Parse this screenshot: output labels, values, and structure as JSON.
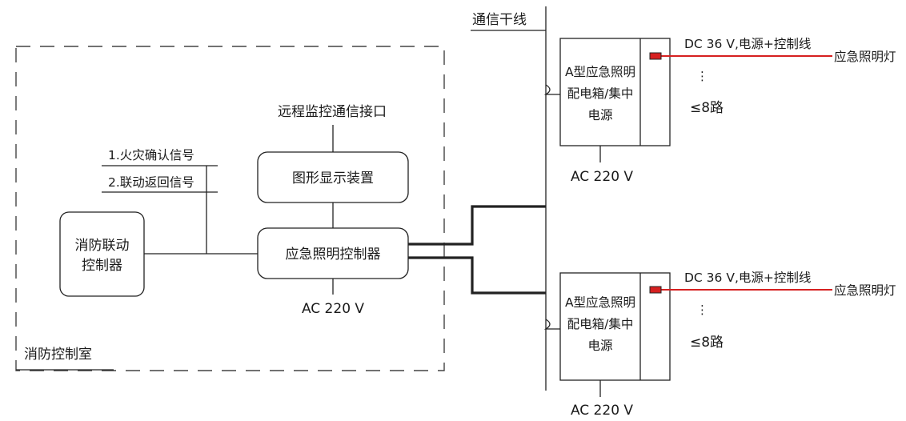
{
  "colors": {
    "line": "#222222",
    "accent_line": "#d62020",
    "fuse_fill": "#d62020"
  },
  "room": {
    "label": "消防控制室"
  },
  "signals": {
    "fire_confirm": "1.火灾确认信号",
    "linkage_return": "2.联动返回信号"
  },
  "fire_linkage_controller": {
    "line1": "消防联动",
    "line2": "控制器"
  },
  "remote_interface": {
    "label": "远程监控通信接口"
  },
  "graphic_display": {
    "label": "图形显示装置"
  },
  "emergency_controller": {
    "label": "应急照明控制器",
    "power": "AC 220 V"
  },
  "bus": {
    "label": "通信干线"
  },
  "distribution_boxes": [
    {
      "line1": "A型应急照明",
      "line2": "配电箱/集中",
      "line3": "电源",
      "power": "AC 220 V",
      "output_label": "DC 36 V,电源+控制线",
      "lamp_label": "应急照明灯",
      "dots": "⋮",
      "circuits": "≤8路"
    },
    {
      "line1": "A型应急照明",
      "line2": "配电箱/集中",
      "line3": "电源",
      "power": "AC 220 V",
      "output_label": "DC 36 V,电源+控制线",
      "lamp_label": "应急照明灯",
      "dots": "⋮",
      "circuits": "≤8路"
    }
  ]
}
